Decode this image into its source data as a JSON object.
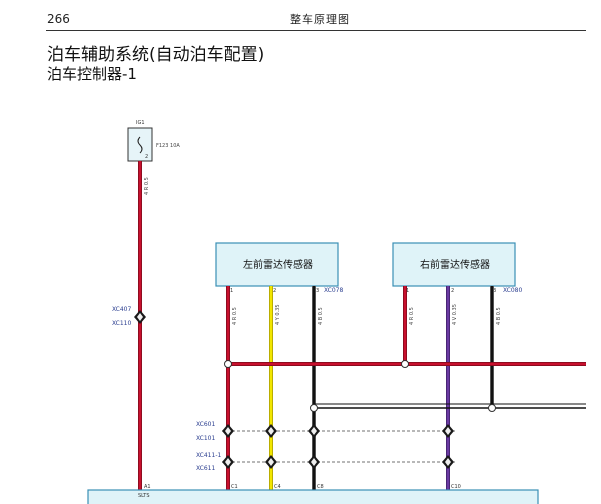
{
  "header": {
    "page_number": "266",
    "title": "整车原理图"
  },
  "document": {
    "title": "泊车辅助系统(自动泊车配置)",
    "subtitle": "泊车控制器-1"
  },
  "fuse": {
    "id": "IG1",
    "rating": "F123 10A",
    "pin": "2",
    "wire": "4 R 0.5"
  },
  "connectors_left": {
    "upper_a": "XC407",
    "upper_b": "XC110"
  },
  "sensors": {
    "left": {
      "label": "左前雷达传感器",
      "pin1": "1",
      "pin2": "2",
      "pin3": "3",
      "wire1": "4 R 0.5",
      "wire2": "4 Y 0.35",
      "wire3": "4 B 0.5",
      "conn": "XC078"
    },
    "right": {
      "label": "右前雷达传感器",
      "pin1": "1",
      "pin2": "2",
      "pin3": "3",
      "wire1": "4 R 0.5",
      "wire2": "4 V 0.35",
      "wire3": "4 B 0.5",
      "conn": "XC080"
    }
  },
  "connectors_lower": {
    "row1_a": "XC601",
    "row1_b": "XC101",
    "row2_a": "XC411-1",
    "row2_b": "XC611"
  },
  "bottom_pins": {
    "p1": "A1",
    "p1_sub": "SLTS",
    "p2": "C1",
    "p3": "C4",
    "p4": "C8",
    "p5": "C10"
  },
  "colors": {
    "red": "#c8102e",
    "yellow": "#f2e600",
    "black": "#111111",
    "violet": "#6a3aa2",
    "box_fill": "#dff3f8",
    "box_stroke": "#3a8fb5"
  }
}
